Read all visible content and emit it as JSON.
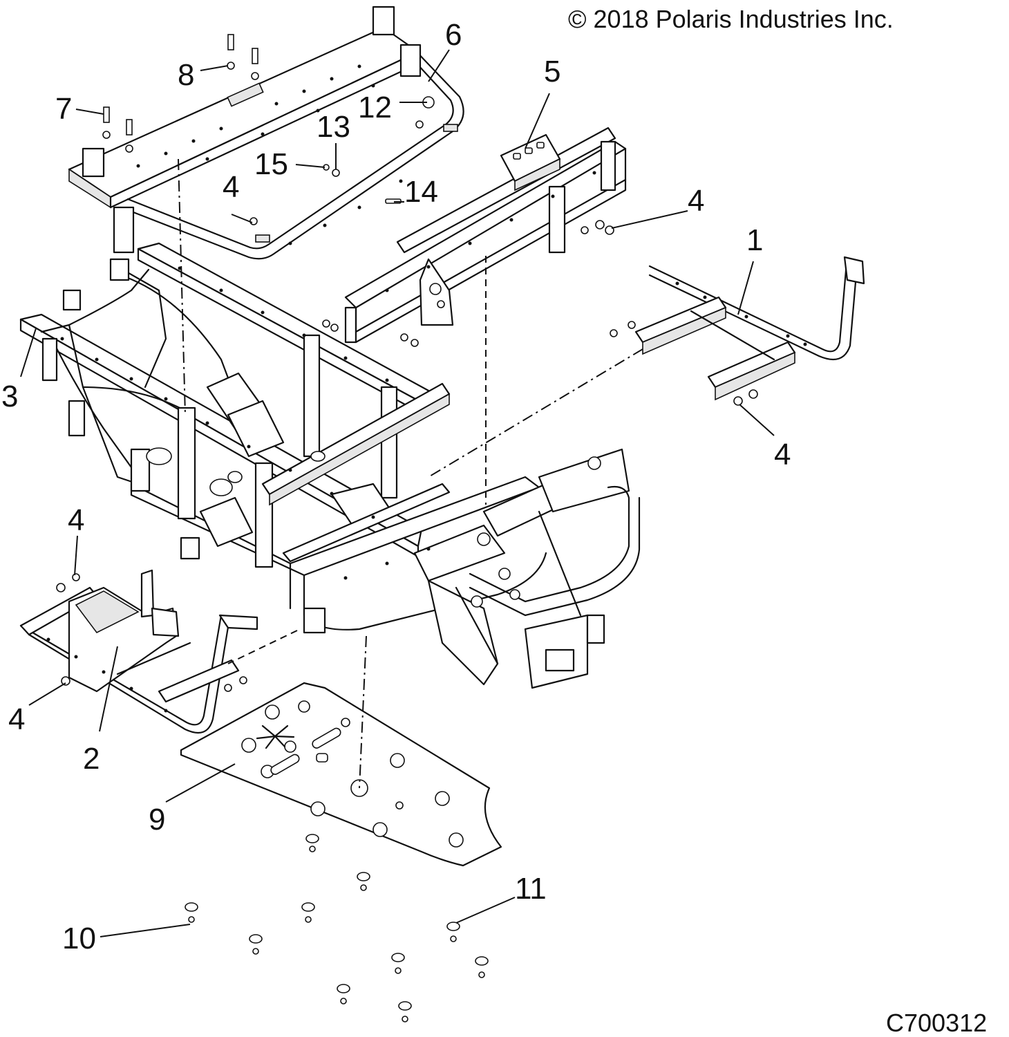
{
  "copyright": "© 2018 Polaris Industries Inc.",
  "diagram_code": "C700312",
  "callouts": {
    "c1": "1",
    "c2": "2",
    "c3": "3",
    "c4a": "4",
    "c4b": "4",
    "c4c": "4",
    "c4d": "4",
    "c4e": "4",
    "c5": "5",
    "c6": "6",
    "c7": "7",
    "c8": "8",
    "c9": "9",
    "c10": "10",
    "c11": "11",
    "c12": "12",
    "c13": "13",
    "c14": "14",
    "c15": "15"
  },
  "parts": {
    "main_frame": "main-frame",
    "frame_1": "rear-seat-frame",
    "frame_2": "front-seat-frame",
    "bracket_5": "crossmember-bracket",
    "frame_6": "upper-rear-frame",
    "skid_plate_9": "skid-plate"
  },
  "colors": {
    "line": "#111111",
    "background": "#ffffff"
  }
}
